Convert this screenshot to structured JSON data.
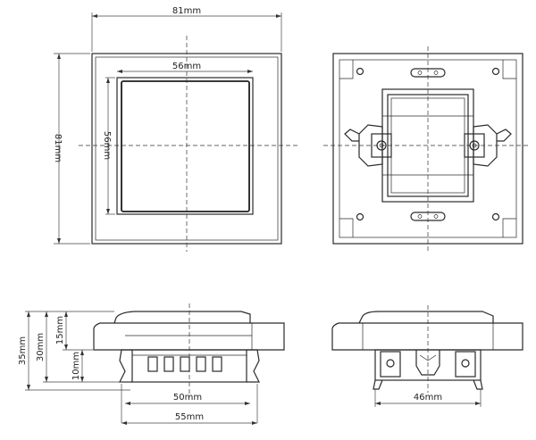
{
  "views": {
    "front": {
      "width_label": "81mm",
      "height_label": "81mm",
      "inner_width_label": "56mm",
      "inner_height_label": "56mm"
    },
    "side": {
      "total_height_label": "35mm",
      "mid_height_label": "30mm",
      "top_height_label": "15mm",
      "bottom_height_label": "10mm",
      "inner_width_label": "50mm",
      "outer_width_label": "55mm"
    },
    "end": {
      "width_label": "46mm"
    }
  }
}
